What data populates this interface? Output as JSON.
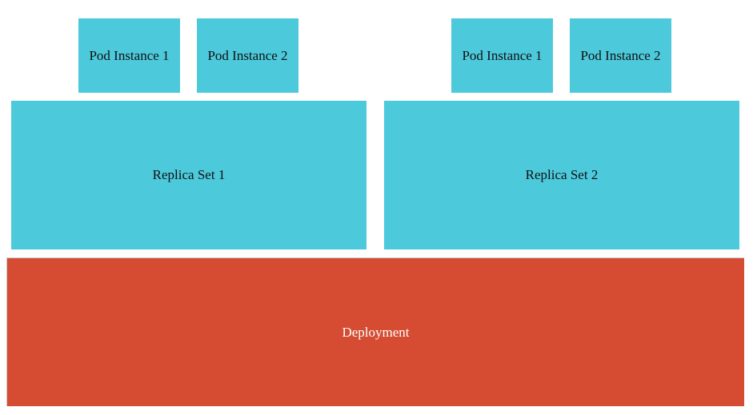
{
  "colors": {
    "pod": "#4cc9db",
    "replica_set": "#4cc9db",
    "deployment": "#d54c33",
    "deployment_text": "#ffffff"
  },
  "replica_sets": [
    {
      "label": "Replica Set 1",
      "pods": [
        {
          "label": "Pod Instance 1"
        },
        {
          "label": "Pod Instance 2"
        }
      ]
    },
    {
      "label": "Replica Set 2",
      "pods": [
        {
          "label": "Pod Instance 1"
        },
        {
          "label": "Pod Instance 2"
        }
      ]
    }
  ],
  "deployment": {
    "label": "Deployment"
  }
}
